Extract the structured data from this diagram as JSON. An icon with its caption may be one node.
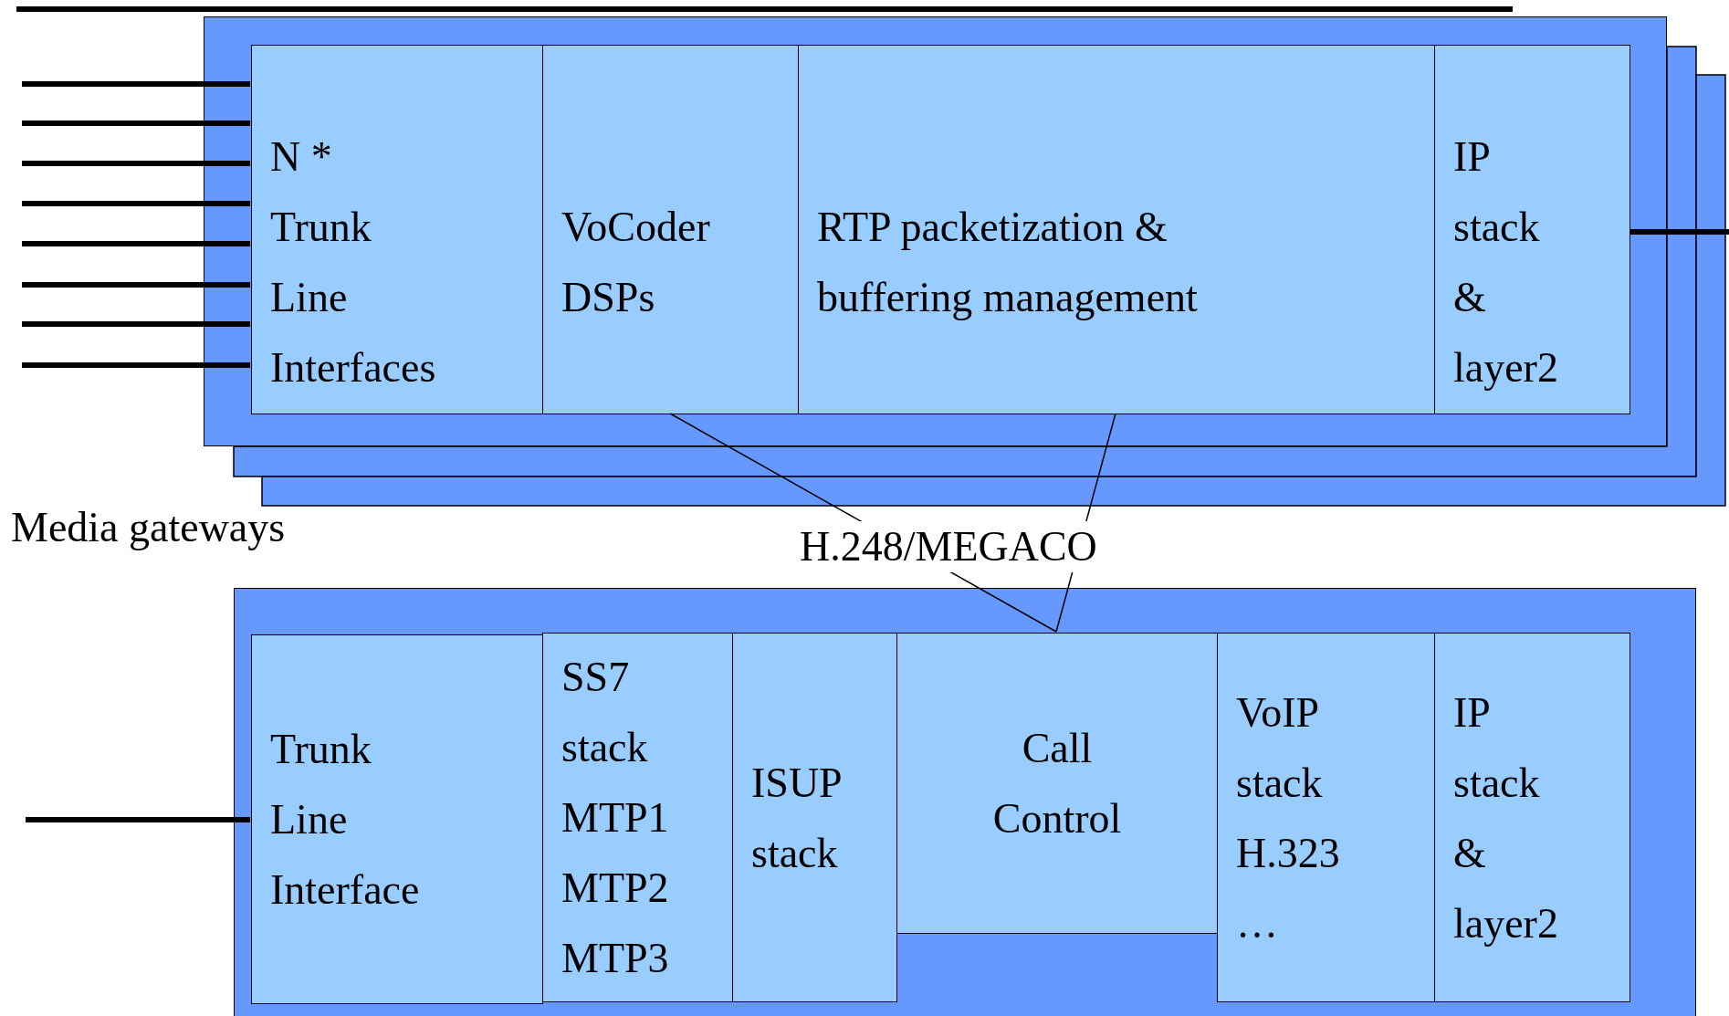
{
  "diagram": {
    "nodes": [
      {
        "text": [],
        "shape": "box"
      },
      {
        "text": [
          "N * Trunk Line Interfaces"
        ],
        "in": 0
      },
      {
        "text": [
          "VoCoder DSPs"
        ],
        "in": 0
      },
      {
        "text": [
          "RTP packetization & buffering management"
        ],
        "in": 0
      },
      {
        "text": [
          "IP stack & layer2"
        ],
        "in": 0
      },
      {
        "text": [],
        "shape": "box"
      },
      {
        "text": [
          "Trunk Line Interface"
        ],
        "in": 5
      },
      {
        "text": [
          "SS7 stack MTP1 MTP2 MTP3"
        ],
        "in": 5
      },
      {
        "text": [
          "ISUP stack"
        ],
        "in": 5
      },
      {
        "text": [
          "Call Control"
        ],
        "in": 5
      },
      {
        "text": [
          "VoIP stack H.323 …"
        ],
        "in": 5
      },
      {
        "text": [
          "IP stack & layer2"
        ],
        "in": 5
      }
    ],
    "edges": [
      {
        "from": null,
        "to": 1,
        "arrow": "none"
      },
      {
        "from": null,
        "to": 1,
        "arrow": "none"
      },
      {
        "from": null,
        "to": 1,
        "arrow": "none"
      },
      {
        "from": null,
        "to": 1,
        "arrow": "none"
      },
      {
        "from": null,
        "to": 1,
        "arrow": "none"
      },
      {
        "from": null,
        "to": 1,
        "arrow": "none"
      },
      {
        "from": null,
        "to": 1,
        "arrow": "none"
      },
      {
        "from": null,
        "to": 1,
        "arrow": "none"
      },
      {
        "from": 4,
        "to": null,
        "arrow": "none"
      },
      {
        "from": 2,
        "to": 9,
        "arrow": "none"
      },
      {
        "from": 3,
        "to": 9,
        "arrow": "none"
      },
      {
        "from": null,
        "to": 6,
        "arrow": "none"
      }
    ],
    "labels": [
      "Media gateways",
      "H.248/MEGACO"
    ]
  }
}
